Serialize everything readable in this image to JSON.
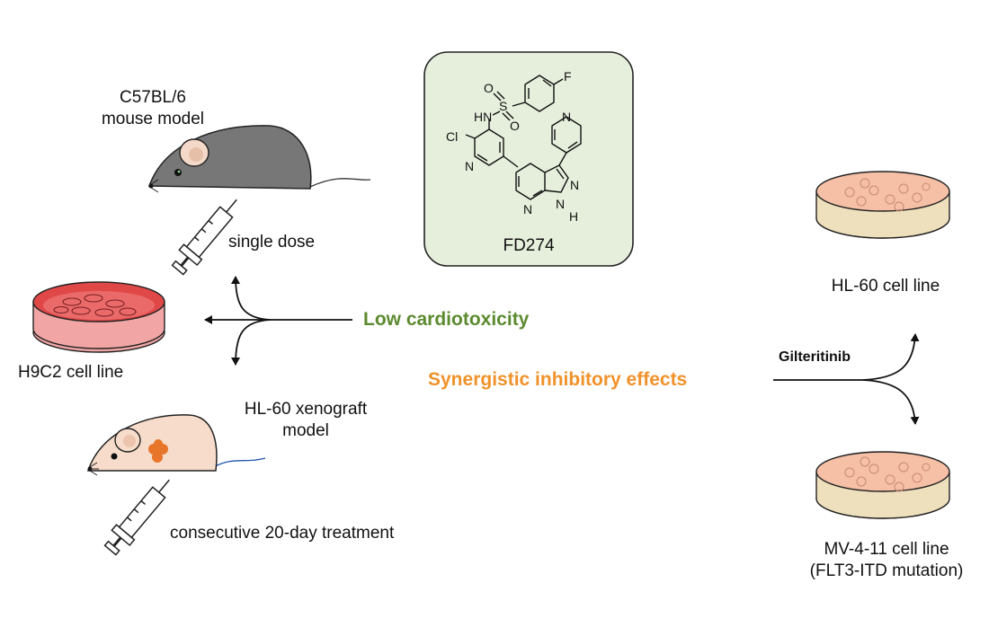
{
  "compound": {
    "name": "FD274",
    "atoms": {
      "fluorine": "F",
      "sulfur": "S",
      "oxygen": "O",
      "amide_nh": "HN",
      "chlorine": "Cl",
      "pyridine_n": "N",
      "pyrazole_nh": "H",
      "ring_n": "N"
    }
  },
  "mouse_model": {
    "line1": "C57BL/6",
    "line2": "mouse model"
  },
  "single_dose": "single dose",
  "h9c2": "H9C2 cell line",
  "xenograft": {
    "line1": "HL-60 xenograft",
    "line2": "model"
  },
  "treatment": "consecutive 20-day treatment",
  "low_cardio": "Low cardiotoxicity",
  "synergy": "Synergistic inhibitory effects",
  "gilteritinib": "Gilteritinib",
  "hl60": "HL-60 cell line",
  "mv411": {
    "line1": "MV-4-11 cell line",
    "line2": "(FLT3-ITD mutation)"
  },
  "colors": {
    "green": "#5c8a2f",
    "orange": "#f0922b",
    "panel_bg": "#e6efdc",
    "dish_red": "#e04848",
    "dish_pink": "#f5c0a6",
    "mouse_gray": "#777777",
    "mouse_pink": "#f7dccb",
    "tumor": "#e8762a"
  }
}
